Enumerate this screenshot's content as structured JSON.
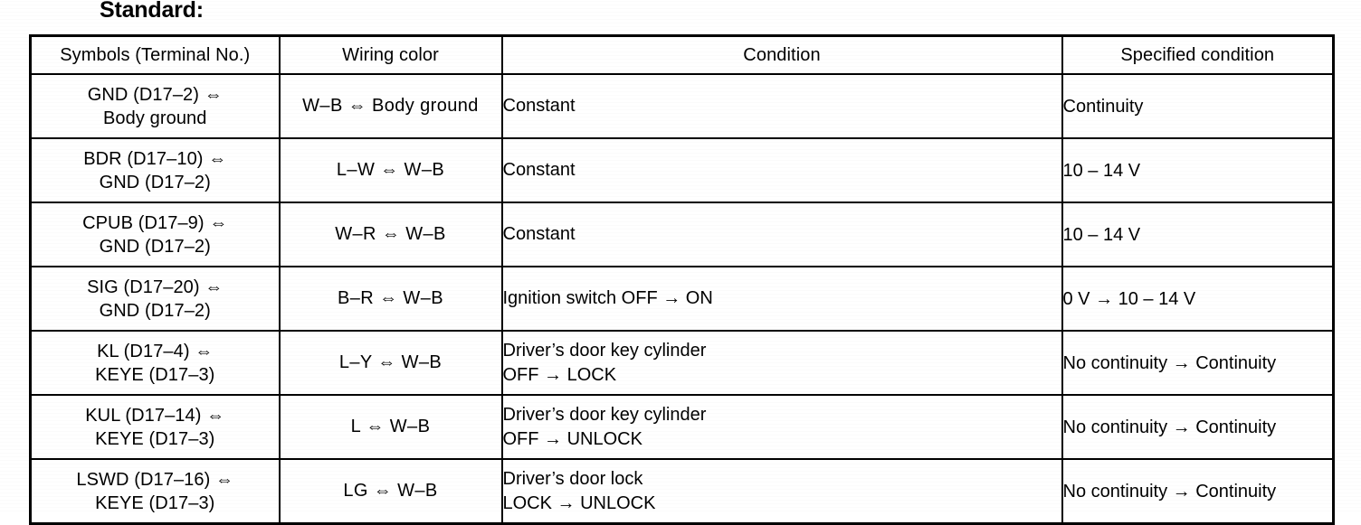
{
  "heading": "Standard:",
  "table": {
    "columns": [
      "Symbols (Terminal No.)",
      "Wiring color",
      "Condition",
      "Specified condition"
    ],
    "rows": [
      {
        "symbols_line1": "GND (D17–2) ⇔",
        "symbols_line2": "Body ground",
        "wiring_color": "W–B ⇔ Body ground",
        "condition_line1": "Constant",
        "condition_line2": "",
        "specified_condition": "Continuity"
      },
      {
        "symbols_line1": "BDR (D17–10) ⇔",
        "symbols_line2": "GND (D17–2)",
        "wiring_color": "L–W ⇔ W–B",
        "condition_line1": "Constant",
        "condition_line2": "",
        "specified_condition": "10 – 14 V"
      },
      {
        "symbols_line1": "CPUB (D17–9) ⇔",
        "symbols_line2": "GND (D17–2)",
        "wiring_color": "W–R ⇔ W–B",
        "condition_line1": "Constant",
        "condition_line2": "",
        "specified_condition": "10 – 14 V"
      },
      {
        "symbols_line1": "SIG (D17–20) ⇔",
        "symbols_line2": "GND (D17–2)",
        "wiring_color": "B–R ⇔ W–B",
        "condition_line1": "Ignition switch OFF → ON",
        "condition_line2": "",
        "specified_condition": "0 V → 10 – 14 V"
      },
      {
        "symbols_line1": "KL (D17–4) ⇔",
        "symbols_line2": "KEYE (D17–3)",
        "wiring_color": "L–Y ⇔ W–B",
        "condition_line1": "Driver’s door key cylinder",
        "condition_line2": "OFF → LOCK",
        "specified_condition": "No continuity → Continuity"
      },
      {
        "symbols_line1": "KUL (D17–14) ⇔",
        "symbols_line2": "KEYE (D17–3)",
        "wiring_color": "L ⇔ W–B",
        "condition_line1": "Driver’s door key cylinder",
        "condition_line2": "OFF → UNLOCK",
        "specified_condition": "No continuity → Continuity"
      },
      {
        "symbols_line1": "LSWD (D17–16) ⇔",
        "symbols_line2": "KEYE (D17–3)",
        "wiring_color": "LG ⇔ W–B",
        "condition_line1": "Driver’s door lock",
        "condition_line2": "LOCK → UNLOCK",
        "specified_condition": "No continuity → Continuity"
      }
    ]
  },
  "colors": {
    "ink": "#000000",
    "paper": "#ffffff"
  }
}
